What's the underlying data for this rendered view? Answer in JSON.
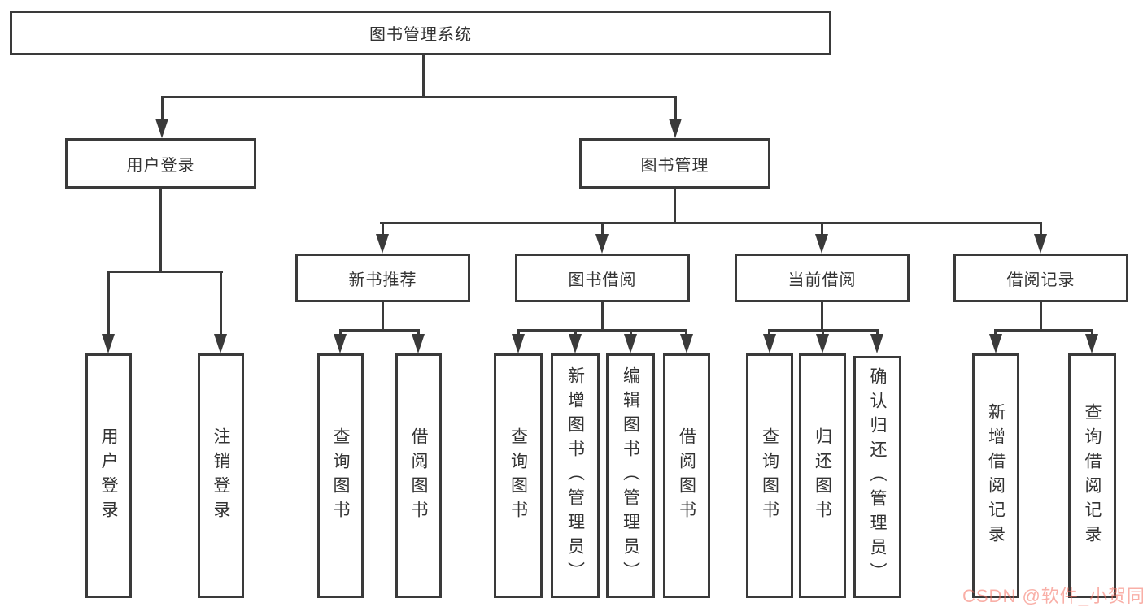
{
  "diagram": {
    "title": "图书管理系统",
    "level2": {
      "user_login": "用户登录",
      "book_management": "图书管理"
    },
    "level3": {
      "new_book_recommend": "新书推荐",
      "book_borrowing": "图书借阅",
      "current_borrowing": "当前借阅",
      "borrowing_records": "借阅记录"
    },
    "leaves": {
      "user_login": [
        "用户登录",
        "注销登录"
      ],
      "new_book_recommend": [
        "查询图书",
        "借阅图书"
      ],
      "book_borrowing": [
        "查询图书",
        "新增图书（管理员）",
        "编辑图书（管理员）",
        "借阅图书"
      ],
      "current_borrowing": [
        "查询图书",
        "归还图书",
        "确认归还（管理员）"
      ],
      "borrowing_records": [
        "新增借阅记录",
        "查询借阅记录"
      ]
    }
  },
  "watermark": "CSDN @软件_小贺同学",
  "colors": {
    "line": "#3a3a3a",
    "text": "#333333",
    "background": "#ffffff",
    "watermark": "#f46e5f"
  }
}
